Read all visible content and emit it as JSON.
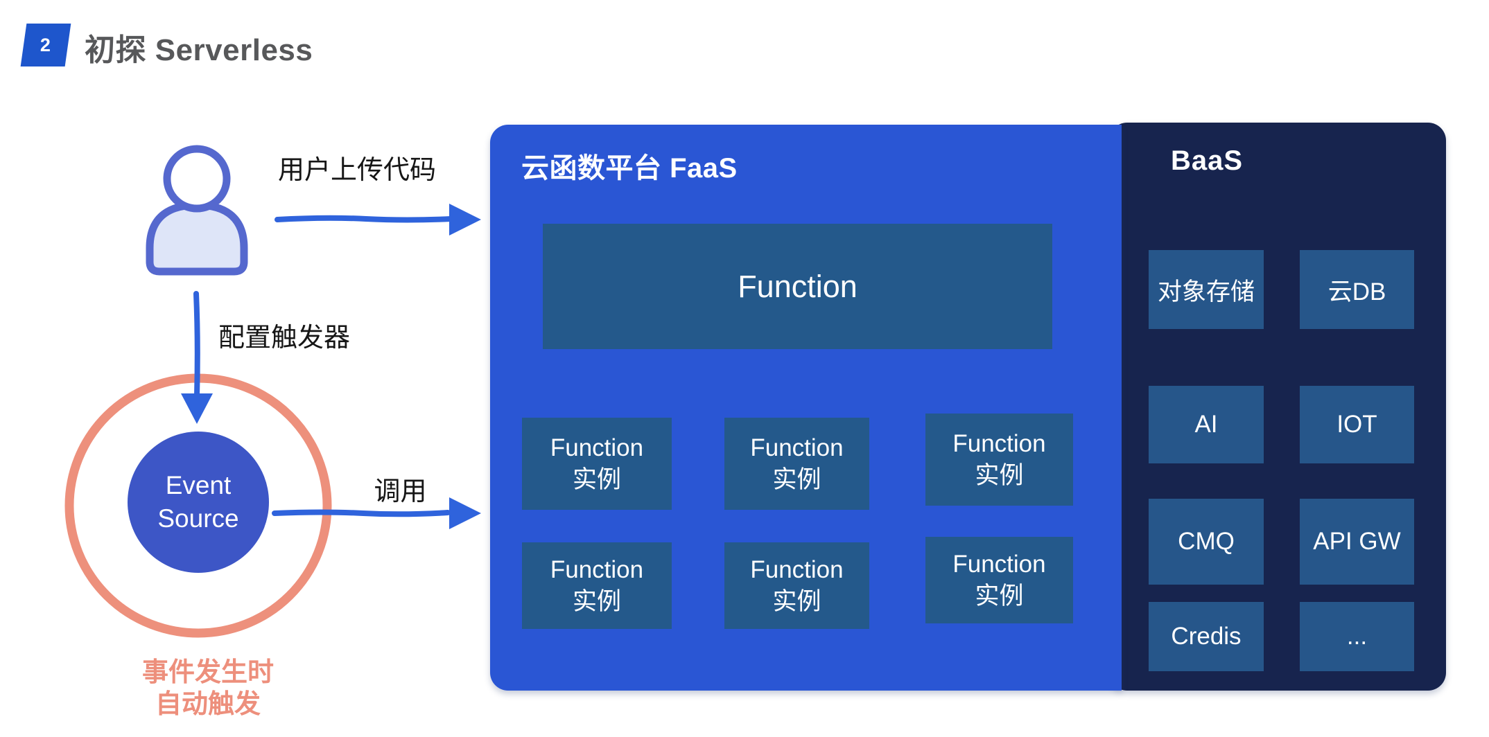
{
  "slide": {
    "badge_number": "2",
    "title": "初探 Serverless"
  },
  "flow": {
    "upload_label": "用户上传代码",
    "configure_label": "配置触发器",
    "invoke_label": "调用",
    "event_source_line1": "Event",
    "event_source_line2": "Source",
    "caption_line1": "事件发生时",
    "caption_line2": "自动触发"
  },
  "faas": {
    "title": "云函数平台 FaaS",
    "function_label": "Function",
    "instances": [
      {
        "line1": "Function",
        "line2": "实例"
      },
      {
        "line1": "Function",
        "line2": "实例"
      },
      {
        "line1": "Function",
        "line2": "实例"
      },
      {
        "line1": "Function",
        "line2": "实例"
      },
      {
        "line1": "Function",
        "line2": "实例"
      },
      {
        "line1": "Function",
        "line2": "实例"
      }
    ]
  },
  "baas": {
    "title": "BaaS",
    "services": [
      "对象存储",
      "云DB",
      "AI",
      "IOT",
      "CMQ",
      "API GW",
      "Credis",
      "..."
    ]
  },
  "colors": {
    "badge_blue": "#1E56CC",
    "title_gray": "#57585A",
    "faas_panel_blue": "#2A56D4",
    "baas_panel_navy": "#17244E",
    "inner_box_steel_blue": "#24598B",
    "event_circle_blue": "#3D56C6",
    "ring_salmon": "#ED907C",
    "caption_salmon": "#ED8F7C",
    "arrow_blue": "#2F63DC",
    "user_icon_stroke": "#5568CE",
    "user_icon_fill": "#DEE5F8"
  }
}
